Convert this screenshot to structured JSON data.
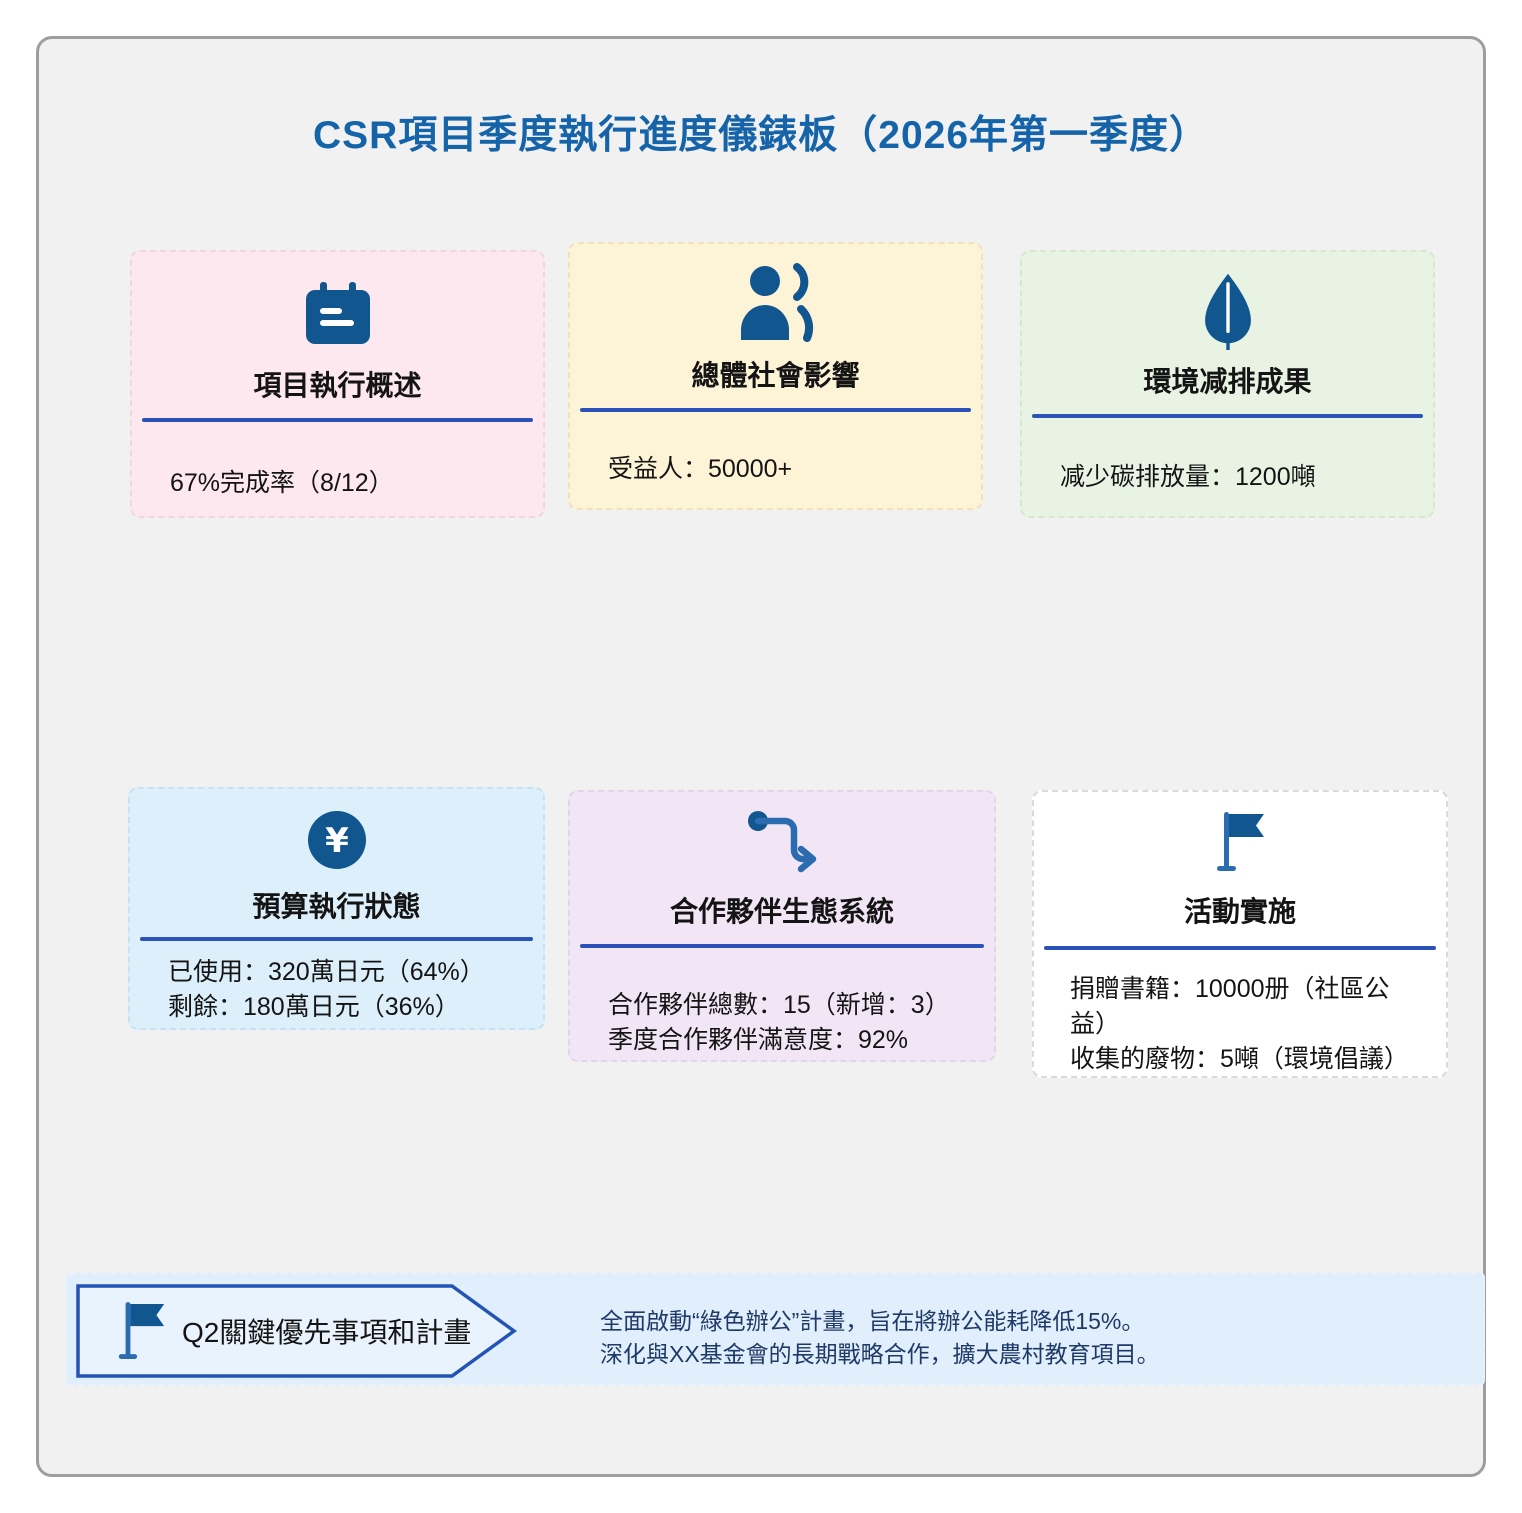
{
  "page": {
    "title": "CSR項目季度執行進度儀錶板（2026年第一季度）"
  },
  "colors": {
    "icon_blue": "#11568f",
    "title_blue": "#1563a8",
    "divider_blue": "#2b52b8",
    "banner_text_navy": "#1e3a68",
    "card_pink": "#fce8ee",
    "card_cream": "#fdf3d6",
    "card_green": "#e9f3e3",
    "card_lightblue": "#dceffa",
    "card_purple": "#f2e6f6",
    "card_white": "#ffffff",
    "banner_bg": "#e1effc"
  },
  "cards": [
    {
      "icon": "calendar-icon",
      "title": "項目執行概述",
      "lines": [
        "67%完成率（8/12）"
      ]
    },
    {
      "icon": "people-icon",
      "title": "總體社會影響",
      "lines": [
        "受益人：50000+"
      ]
    },
    {
      "icon": "leaf-icon",
      "title": "環境减排成果",
      "lines": [
        "减少碳排放量：1200噸"
      ]
    },
    {
      "icon": "yen-icon",
      "title": "預算執行狀態",
      "lines": [
        "已使用：320萬日元（64%）",
        "剩餘：180萬日元（36%）"
      ]
    },
    {
      "icon": "route-icon",
      "title": "合作夥伴生態系統",
      "lines": [
        "合作夥伴總數：15（新增：3）",
        "季度合作夥伴滿意度：92%"
      ]
    },
    {
      "icon": "flag-icon",
      "title": "活動實施",
      "lines": [
        "捐贈書籍：10000册（社區公益）",
        "收集的廢物：5噸（環境倡議）"
      ]
    }
  ],
  "banner": {
    "label": "Q2關鍵優先事項和計畫",
    "lines": [
      "全面啟動“綠色辦公”計畫，旨在將辦公能耗降低15%。",
      "深化與XX基金會的長期戰略合作，擴大農村教育項目。"
    ]
  }
}
